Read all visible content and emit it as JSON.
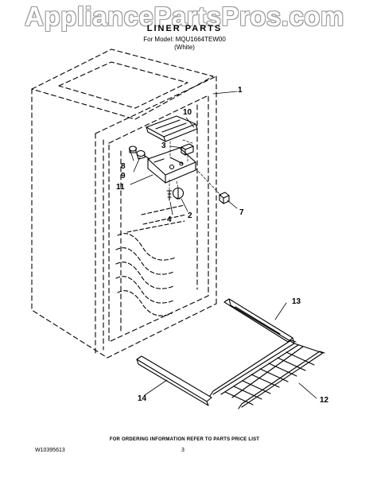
{
  "watermark": "AppliancePartsPros.com",
  "header": {
    "title": "LINER PARTS",
    "model_line": "For Model: MQU1664TEW00",
    "color_line": "(White)"
  },
  "callouts": [
    "1",
    "10",
    "3",
    "8",
    "9",
    "11",
    "2",
    "4",
    "7",
    "13",
    "14",
    "12"
  ],
  "footer": {
    "note": "FOR ORDERING INFORMATION REFER TO PARTS PRICE LIST",
    "document_number": "W10395613",
    "page_number": "3"
  }
}
